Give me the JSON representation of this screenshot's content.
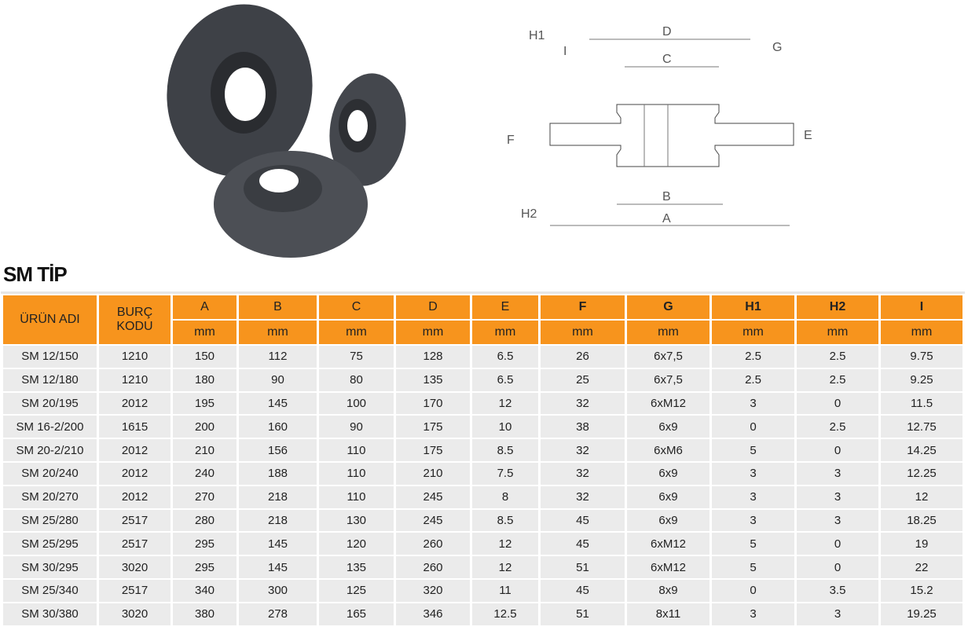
{
  "title": "SM TİP",
  "drawing_labels": {
    "A": "A",
    "B": "B",
    "C": "C",
    "D": "D",
    "E": "E",
    "F": "F",
    "G": "G",
    "H1": "H1",
    "H2": "H2",
    "I": "I"
  },
  "table": {
    "headers": [
      "ÜRÜN ADI",
      "BURÇ KODU",
      "A",
      "B",
      "C",
      "D",
      "E",
      "F",
      "G",
      "H1",
      "H2",
      "I"
    ],
    "unit": "mm",
    "rows": [
      [
        "SM 12/150",
        "1210",
        "150",
        "112",
        "75",
        "128",
        "6.5",
        "26",
        "6x7,5",
        "2.5",
        "2.5",
        "9.75"
      ],
      [
        "SM 12/180",
        "1210",
        "180",
        "90",
        "80",
        "135",
        "6.5",
        "25",
        "6x7,5",
        "2.5",
        "2.5",
        "9.25"
      ],
      [
        "SM 20/195",
        "2012",
        "195",
        "145",
        "100",
        "170",
        "12",
        "32",
        "6xM12",
        "3",
        "0",
        "11.5"
      ],
      [
        "SM 16-2/200",
        "1615",
        "200",
        "160",
        "90",
        "175",
        "10",
        "38",
        "6x9",
        "0",
        "2.5",
        "12.75"
      ],
      [
        "SM 20-2/210",
        "2012",
        "210",
        "156",
        "110",
        "175",
        "8.5",
        "32",
        "6xM6",
        "5",
        "0",
        "14.25"
      ],
      [
        "SM 20/240",
        "2012",
        "240",
        "188",
        "110",
        "210",
        "7.5",
        "32",
        "6x9",
        "3",
        "3",
        "12.25"
      ],
      [
        "SM 20/270",
        "2012",
        "270",
        "218",
        "110",
        "245",
        "8",
        "32",
        "6x9",
        "3",
        "3",
        "12"
      ],
      [
        "SM 25/280",
        "2517",
        "280",
        "218",
        "130",
        "245",
        "8.5",
        "45",
        "6x9",
        "3",
        "3",
        "18.25"
      ],
      [
        "SM 25/295",
        "2517",
        "295",
        "145",
        "120",
        "260",
        "12",
        "45",
        "6xM12",
        "5",
        "0",
        "19"
      ],
      [
        "SM 30/295",
        "3020",
        "295",
        "145",
        "135",
        "260",
        "12",
        "51",
        "6xM12",
        "5",
        "0",
        "22"
      ],
      [
        "SM 25/340",
        "2517",
        "340",
        "300",
        "125",
        "320",
        "11",
        "45",
        "8x9",
        "0",
        "3.5",
        "15.2"
      ],
      [
        "SM 30/380",
        "3020",
        "380",
        "278",
        "165",
        "346",
        "12.5",
        "51",
        "8x11",
        "3",
        "3",
        "19.25"
      ]
    ]
  }
}
